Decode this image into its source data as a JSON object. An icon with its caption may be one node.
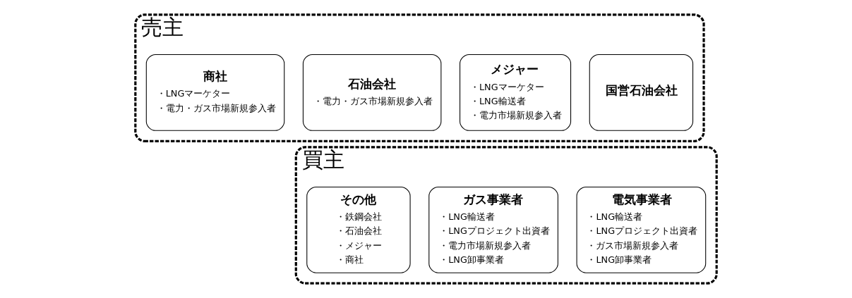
{
  "diagram": {
    "nodes": [
      {
        "text": [
          "売主"
        ]
      },
      {
        "text": [
          "国営石油会社"
        ],
        "in": 0
      },
      {
        "text": [
          "メジャー",
          "・LNGマーケター",
          "・LNG輸送者",
          "・電力市場新規参入者"
        ],
        "in": 0
      },
      {
        "text": [
          "石油会社",
          "・電力・ガス市場新規参入者"
        ],
        "in": 0
      },
      {
        "text": [
          "商社",
          "・LNGマーケター",
          "・電力・ガス市場新規参入者"
        ],
        "in": 0
      },
      {
        "text": [
          "買主"
        ]
      },
      {
        "text": [
          "電気事業者",
          "・LNG輸送者",
          "・LNGプロジェクト出資者",
          "・ガス市場新規参入者",
          "・LNG卸事業者"
        ],
        "in": 5
      },
      {
        "text": [
          "ガス事業者",
          "・LNG輸送者",
          "・LNGプロジェクト出資者",
          "・電力市場新規参入者",
          "・LNG卸事業者"
        ],
        "in": 5
      },
      {
        "text": [
          "その他",
          "・鉄鋼会社",
          "・石油会社",
          "・メジャー",
          "・商社"
        ],
        "in": 5
      }
    ],
    "edges": []
  }
}
